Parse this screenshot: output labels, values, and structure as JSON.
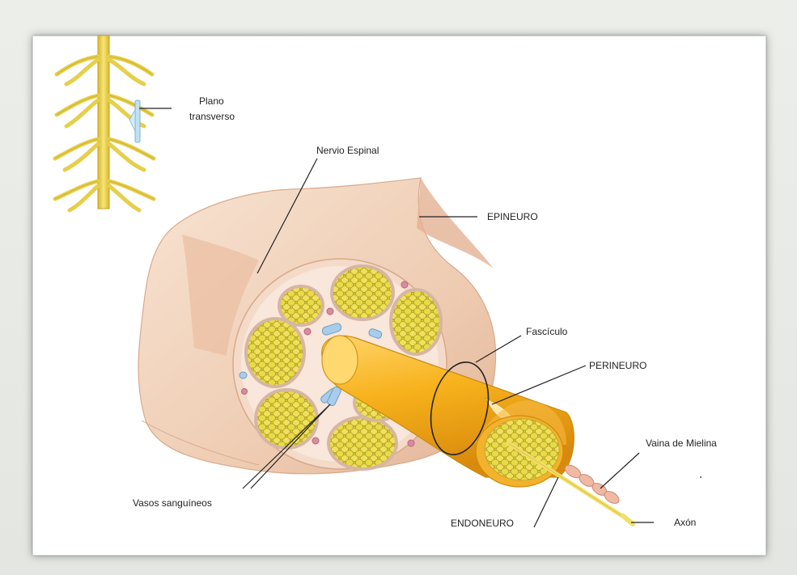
{
  "labels": {
    "plano_line1": "Plano",
    "plano_line2": "transverso",
    "nervio_espinal": "Nervio Espinal",
    "epineuro": "EPINEURO",
    "fasciculo": "Fascículo",
    "perineuro": "PERINEURO",
    "vaina_mielina": "Vaina de Mielina",
    "vasos_sanguineos": "Vasos sanguíneos",
    "endoneuro": "ENDONEURO",
    "axon": "Axón"
  },
  "colors": {
    "epineurium": "#f2d2bb",
    "epineurium_dark": "#dfae91",
    "fascicle_fill": "#e2d52a",
    "fascicle_border": "#c9a530",
    "perineurium": "#f2ad1a",
    "axon": "#f0d84a",
    "vessel_blue": "#9fc7e6",
    "vessel_red": "#d98ca0",
    "spinal_nerve": "#edd75a",
    "plane_marker": "#a8d3ea",
    "leader_line": "#222222"
  }
}
